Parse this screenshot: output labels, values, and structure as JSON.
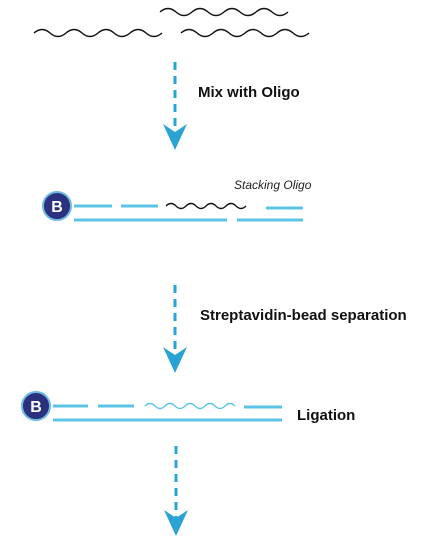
{
  "steps": {
    "mix_label": "Mix with Oligo",
    "stacking_label": "Stacking Oligo",
    "separation_label": "Streptavidin-bead separation",
    "ligation_label": "Ligation"
  },
  "bead": {
    "letter": "B"
  },
  "colors": {
    "strand": "#5bc4e6",
    "arrow": "#29a3d4",
    "bead_fill": "#2a3280",
    "bead_border": "#6fb8e0",
    "wavy_black": "#111111",
    "wavy_blue": "#5bc4e6"
  }
}
